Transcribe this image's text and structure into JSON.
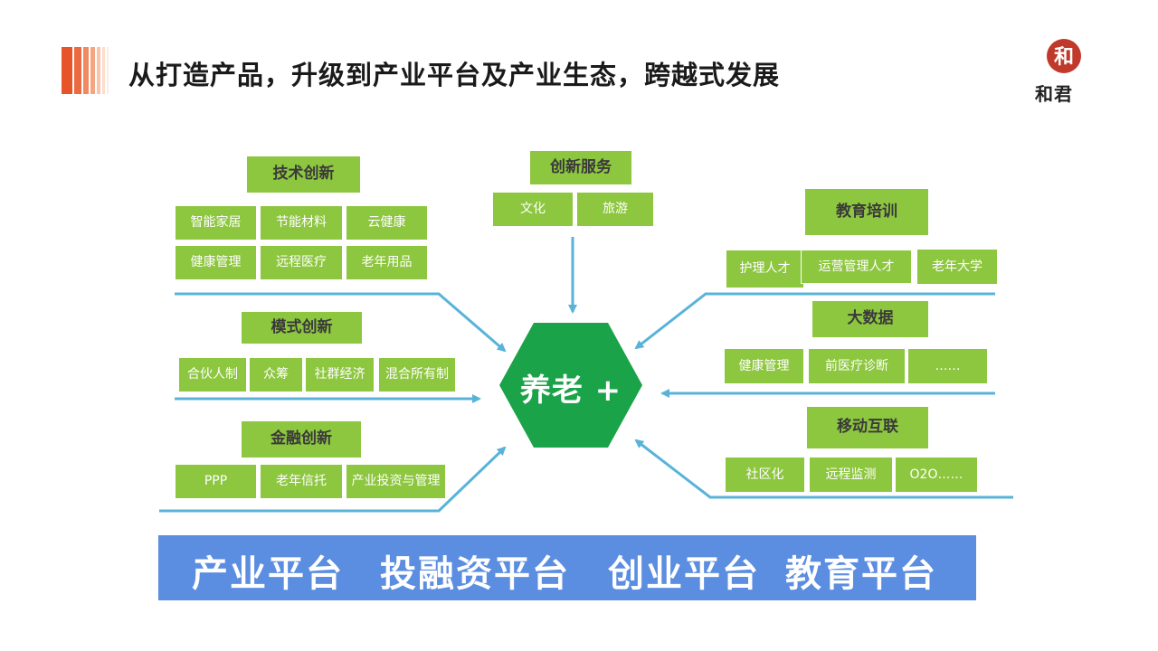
{
  "title": "从打造产品，升级到产业平台及产业生态，跨越式发展",
  "logo": {
    "glyph": "和",
    "text": "和君"
  },
  "center": {
    "label": "养老 +"
  },
  "tech": {
    "heading": "技术创新",
    "items": [
      "智能家居",
      "节能材料",
      "云健康",
      "健康管理",
      "远程医疗",
      "老年用品"
    ]
  },
  "model": {
    "heading": "模式创新",
    "items": [
      "合伙人制",
      "众筹",
      "社群经济",
      "混合所有制"
    ]
  },
  "finance": {
    "heading": "金融创新",
    "items": [
      "PPP",
      "老年信托",
      "产业投资与管理"
    ]
  },
  "service": {
    "heading": "创新服务",
    "items": [
      "文化",
      "旅游"
    ]
  },
  "education": {
    "heading": "教育培训",
    "items": [
      "护理人才",
      "运营管理人才",
      "老年大学"
    ]
  },
  "bigdata": {
    "heading": "大数据",
    "items": [
      "健康管理",
      "前医疗诊断",
      "……"
    ]
  },
  "mobile": {
    "heading": "移动互联",
    "items": [
      "社区化",
      "远程监测",
      "O2O……"
    ]
  },
  "platforms": [
    "产业平台",
    "投融资平台",
    "创业平台",
    "教育平台"
  ],
  "colors": {
    "box": "#8dc63f",
    "hexagon": "#1aa348",
    "connector": "#59b3d9",
    "platform_bar": "#5b8de0",
    "accent": "#e8542a"
  }
}
